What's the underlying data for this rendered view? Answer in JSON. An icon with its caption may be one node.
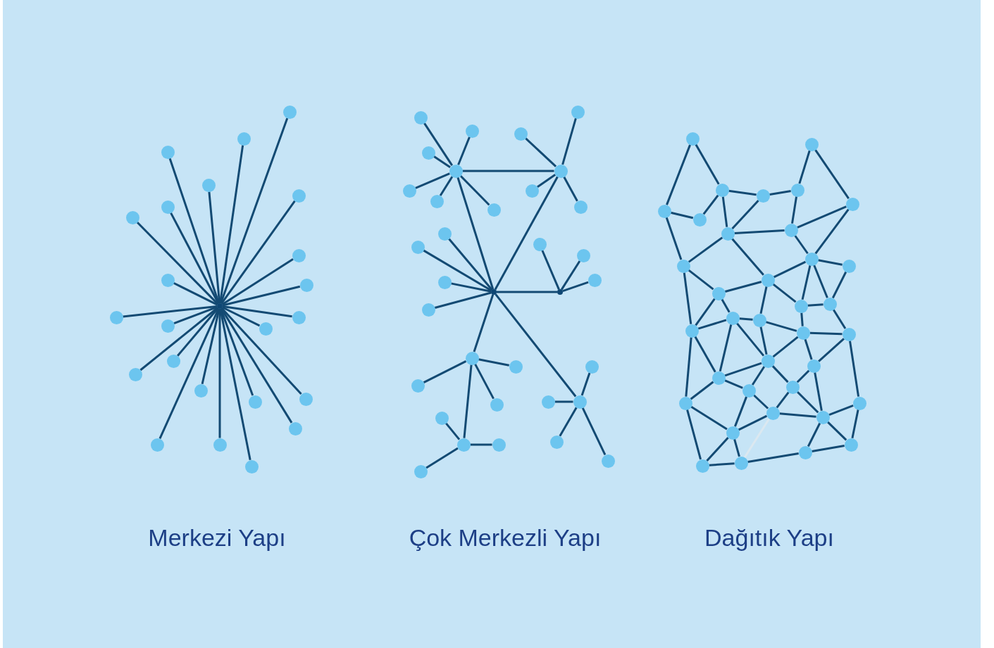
{
  "diagram": {
    "nodes": [
      {
        "text": [],
        "shape": "dot"
      },
      {
        "text": [],
        "shape": "circle"
      },
      {
        "text": [],
        "shape": "circle"
      },
      {
        "text": [],
        "shape": "circle"
      },
      {
        "text": [],
        "shape": "circle"
      },
      {
        "text": [],
        "shape": "circle"
      },
      {
        "text": [],
        "shape": "circle"
      },
      {
        "text": [],
        "shape": "circle"
      },
      {
        "text": [],
        "shape": "circle"
      },
      {
        "text": [],
        "shape": "circle"
      },
      {
        "text": [],
        "shape": "circle"
      },
      {
        "text": [],
        "shape": "circle"
      },
      {
        "text": [],
        "shape": "circle"
      },
      {
        "text": [],
        "shape": "circle"
      },
      {
        "text": [],
        "shape": "circle"
      },
      {
        "text": [],
        "shape": "circle"
      },
      {
        "text": [],
        "shape": "circle"
      },
      {
        "text": [],
        "shape": "circle"
      },
      {
        "text": [],
        "shape": "circle"
      },
      {
        "text": [],
        "shape": "circle"
      },
      {
        "text": [],
        "shape": "circle"
      },
      {
        "text": [],
        "shape": "circle"
      },
      {
        "text": [],
        "shape": "circle"
      },
      {
        "text": [],
        "shape": "circle"
      },
      {
        "text": [],
        "shape": "circle"
      },
      {
        "text": [],
        "shape": "circle"
      },
      {
        "text": [],
        "shape": "circle"
      },
      {
        "text": [],
        "shape": "circle"
      },
      {
        "text": [],
        "shape": "circle"
      },
      {
        "text": [],
        "shape": "circle"
      },
      {
        "text": [],
        "shape": "circle"
      },
      {
        "text": [],
        "shape": "circle"
      },
      {
        "text": [],
        "shape": "circle"
      },
      {
        "text": [],
        "shape": "circle"
      },
      {
        "text": [],
        "shape": "circle"
      },
      {
        "text": [],
        "shape": "circle"
      },
      {
        "text": [],
        "shape": "dot"
      },
      {
        "text": [],
        "shape": "circle"
      },
      {
        "text": [],
        "shape": "circle"
      },
      {
        "text": [],
        "shape": "circle"
      },
      {
        "text": [],
        "shape": "circle"
      },
      {
        "text": [],
        "shape": "dot"
      },
      {
        "text": [],
        "shape": "circle"
      },
      {
        "text": [],
        "shape": "circle"
      },
      {
        "text": [],
        "shape": "circle"
      },
      {
        "text": [],
        "shape": "circle"
      },
      {
        "text": [],
        "shape": "circle"
      },
      {
        "text": [],
        "shape": "circle"
      },
      {
        "text": [],
        "shape": "circle"
      },
      {
        "text": [],
        "shape": "circle"
      },
      {
        "text": [],
        "shape": "circle"
      },
      {
        "text": [],
        "shape": "circle"
      },
      {
        "text": [],
        "shape": "circle"
      },
      {
        "text": [],
        "shape": "circle"
      },
      {
        "text": [],
        "shape": "circle"
      },
      {
        "text": [],
        "shape": "circle"
      },
      {
        "text": [],
        "shape": "circle"
      },
      {
        "text": [],
        "shape": "circle"
      },
      {
        "text": [],
        "shape": "circle"
      },
      {
        "text": [],
        "shape": "circle"
      },
      {
        "text": [],
        "shape": "circle"
      },
      {
        "text": [],
        "shape": "circle"
      },
      {
        "text": [],
        "shape": "circle"
      },
      {
        "text": [],
        "shape": "circle"
      },
      {
        "text": [],
        "shape": "circle"
      },
      {
        "text": [],
        "shape": "circle"
      },
      {
        "text": [],
        "shape": "circle"
      },
      {
        "text": [],
        "shape": "circle"
      },
      {
        "text": [],
        "shape": "circle"
      },
      {
        "text": [],
        "shape": "circle"
      },
      {
        "text": [],
        "shape": "circle"
      },
      {
        "text": [],
        "shape": "circle"
      },
      {
        "text": [],
        "shape": "circle"
      },
      {
        "text": [],
        "shape": "circle"
      },
      {
        "text": [],
        "shape": "circle"
      },
      {
        "text": [],
        "shape": "circle"
      },
      {
        "text": [],
        "shape": "circle"
      },
      {
        "text": [],
        "shape": "circle"
      },
      {
        "text": [],
        "shape": "circle"
      },
      {
        "text": [],
        "shape": "circle"
      },
      {
        "text": [],
        "shape": "circle"
      },
      {
        "text": [],
        "shape": "circle"
      },
      {
        "text": [],
        "shape": "circle"
      },
      {
        "text": [],
        "shape": "circle"
      },
      {
        "text": [],
        "shape": "circle"
      },
      {
        "text": [],
        "shape": "circle"
      },
      {
        "text": [],
        "shape": "circle"
      },
      {
        "text": [],
        "shape": "circle"
      },
      {
        "text": [],
        "shape": "circle"
      },
      {
        "text": [],
        "shape": "circle"
      },
      {
        "text": [],
        "shape": "circle"
      },
      {
        "text": [],
        "shape": "circle"
      },
      {
        "text": [],
        "shape": "circle"
      },
      {
        "text": [],
        "shape": "circle"
      }
    ],
    "edges": [
      {
        "from": 0,
        "to": 1,
        "arrow": "none"
      },
      {
        "from": 0,
        "to": 2,
        "arrow": "none"
      },
      {
        "from": 0,
        "to": 3,
        "arrow": "none"
      },
      {
        "from": 0,
        "to": 4,
        "arrow": "none"
      },
      {
        "from": 0,
        "to": 5,
        "arrow": "none"
      },
      {
        "from": 0,
        "to": 6,
        "arrow": "none"
      },
      {
        "from": 0,
        "to": 7,
        "arrow": "none"
      },
      {
        "from": 0,
        "to": 8,
        "arrow": "none"
      },
      {
        "from": 0,
        "to": 9,
        "arrow": "none"
      },
      {
        "from": 0,
        "to": 10,
        "arrow": "none"
      },
      {
        "from": 0,
        "to": 11,
        "arrow": "none"
      },
      {
        "from": 0,
        "to": 12,
        "arrow": "none"
      },
      {
        "from": 0,
        "to": 13,
        "arrow": "none"
      },
      {
        "from": 0,
        "to": 14,
        "arrow": "none"
      },
      {
        "from": 0,
        "to": 15,
        "arrow": "none"
      },
      {
        "from": 0,
        "to": 16,
        "arrow": "none"
      },
      {
        "from": 0,
        "to": 17,
        "arrow": "none"
      },
      {
        "from": 0,
        "to": 18,
        "arrow": "none"
      },
      {
        "from": 0,
        "to": 19,
        "arrow": "none"
      },
      {
        "from": 0,
        "to": 20,
        "arrow": "none"
      },
      {
        "from": 0,
        "to": 21,
        "arrow": "none"
      },
      {
        "from": 0,
        "to": 22,
        "arrow": "none"
      },
      {
        "from": 0,
        "to": 23,
        "arrow": "none"
      },
      {
        "from": 24,
        "to": 25,
        "arrow": "none"
      },
      {
        "from": 24,
        "to": 26,
        "arrow": "none"
      },
      {
        "from": 24,
        "to": 27,
        "arrow": "none"
      },
      {
        "from": 24,
        "to": 28,
        "arrow": "none"
      },
      {
        "from": 24,
        "to": 29,
        "arrow": "none"
      },
      {
        "from": 24,
        "to": 30,
        "arrow": "none"
      },
      {
        "from": 24,
        "to": 31,
        "arrow": "none"
      },
      {
        "from": 24,
        "to": 36,
        "arrow": "none"
      },
      {
        "from": 31,
        "to": 32,
        "arrow": "none"
      },
      {
        "from": 31,
        "to": 33,
        "arrow": "none"
      },
      {
        "from": 31,
        "to": 34,
        "arrow": "none"
      },
      {
        "from": 31,
        "to": 35,
        "arrow": "none"
      },
      {
        "from": 31,
        "to": 36,
        "arrow": "none"
      },
      {
        "from": 36,
        "to": 37,
        "arrow": "none"
      },
      {
        "from": 36,
        "to": 38,
        "arrow": "none"
      },
      {
        "from": 36,
        "to": 39,
        "arrow": "none"
      },
      {
        "from": 36,
        "to": 40,
        "arrow": "none"
      },
      {
        "from": 36,
        "to": 41,
        "arrow": "none"
      },
      {
        "from": 36,
        "to": 45,
        "arrow": "none"
      },
      {
        "from": 36,
        "to": 53,
        "arrow": "none"
      },
      {
        "from": 41,
        "to": 42,
        "arrow": "none"
      },
      {
        "from": 41,
        "to": 43,
        "arrow": "none"
      },
      {
        "from": 41,
        "to": 44,
        "arrow": "none"
      },
      {
        "from": 45,
        "to": 46,
        "arrow": "none"
      },
      {
        "from": 45,
        "to": 47,
        "arrow": "none"
      },
      {
        "from": 45,
        "to": 48,
        "arrow": "none"
      },
      {
        "from": 45,
        "to": 49,
        "arrow": "none"
      },
      {
        "from": 49,
        "to": 50,
        "arrow": "none"
      },
      {
        "from": 49,
        "to": 51,
        "arrow": "none"
      },
      {
        "from": 49,
        "to": 52,
        "arrow": "none"
      },
      {
        "from": 53,
        "to": 54,
        "arrow": "none"
      },
      {
        "from": 53,
        "to": 55,
        "arrow": "none"
      },
      {
        "from": 53,
        "to": 56,
        "arrow": "none"
      },
      {
        "from": 53,
        "to": 57,
        "arrow": "none"
      },
      {
        "from": 58,
        "to": 64,
        "arrow": "none"
      },
      {
        "from": 58,
        "to": 60,
        "arrow": "none"
      },
      {
        "from": 59,
        "to": 62,
        "arrow": "none"
      },
      {
        "from": 59,
        "to": 63,
        "arrow": "none"
      },
      {
        "from": 60,
        "to": 61,
        "arrow": "none"
      },
      {
        "from": 61,
        "to": 62,
        "arrow": "none"
      },
      {
        "from": 60,
        "to": 65,
        "arrow": "none"
      },
      {
        "from": 64,
        "to": 65,
        "arrow": "none"
      },
      {
        "from": 60,
        "to": 66,
        "arrow": "none"
      },
      {
        "from": 61,
        "to": 66,
        "arrow": "none"
      },
      {
        "from": 62,
        "to": 67,
        "arrow": "none"
      },
      {
        "from": 66,
        "to": 67,
        "arrow": "none"
      },
      {
        "from": 67,
        "to": 63,
        "arrow": "none"
      },
      {
        "from": 63,
        "to": 68,
        "arrow": "none"
      },
      {
        "from": 67,
        "to": 68,
        "arrow": "none"
      },
      {
        "from": 64,
        "to": 70,
        "arrow": "none"
      },
      {
        "from": 66,
        "to": 70,
        "arrow": "none"
      },
      {
        "from": 66,
        "to": 71,
        "arrow": "none"
      },
      {
        "from": 68,
        "to": 71,
        "arrow": "none"
      },
      {
        "from": 68,
        "to": 69,
        "arrow": "none"
      },
      {
        "from": 68,
        "to": 73,
        "arrow": "none"
      },
      {
        "from": 68,
        "to": 74,
        "arrow": "none"
      },
      {
        "from": 69,
        "to": 74,
        "arrow": "none"
      },
      {
        "from": 70,
        "to": 72,
        "arrow": "none"
      },
      {
        "from": 71,
        "to": 72,
        "arrow": "none"
      },
      {
        "from": 71,
        "to": 73,
        "arrow": "none"
      },
      {
        "from": 73,
        "to": 74,
        "arrow": "none"
      },
      {
        "from": 72,
        "to": 77,
        "arrow": "none"
      },
      {
        "from": 72,
        "to": 75,
        "arrow": "none"
      },
      {
        "from": 70,
        "to": 77,
        "arrow": "none"
      },
      {
        "from": 71,
        "to": 76,
        "arrow": "none"
      },
      {
        "from": 75,
        "to": 76,
        "arrow": "none"
      },
      {
        "from": 73,
        "to": 78,
        "arrow": "none"
      },
      {
        "from": 74,
        "to": 79,
        "arrow": "none"
      },
      {
        "from": 78,
        "to": 79,
        "arrow": "none"
      },
      {
        "from": 75,
        "to": 77,
        "arrow": "none"
      },
      {
        "from": 76,
        "to": 78,
        "arrow": "none"
      },
      {
        "from": 77,
        "to": 82,
        "arrow": "none"
      },
      {
        "from": 75,
        "to": 82,
        "arrow": "none"
      },
      {
        "from": 75,
        "to": 80,
        "arrow": "none"
      },
      {
        "from": 76,
        "to": 80,
        "arrow": "none"
      },
      {
        "from": 78,
        "to": 80,
        "arrow": "none"
      },
      {
        "from": 78,
        "to": 81,
        "arrow": "none"
      },
      {
        "from": 79,
        "to": 81,
        "arrow": "none"
      },
      {
        "from": 80,
        "to": 82,
        "arrow": "none"
      },
      {
        "from": 80,
        "to": 84,
        "arrow": "none"
      },
      {
        "from": 80,
        "to": 83,
        "arrow": "none"
      },
      {
        "from": 82,
        "to": 83,
        "arrow": "none"
      },
      {
        "from": 82,
        "to": 85,
        "arrow": "none"
      },
      {
        "from": 77,
        "to": 85,
        "arrow": "none"
      },
      {
        "from": 81,
        "to": 84,
        "arrow": "none"
      },
      {
        "from": 81,
        "to": 88,
        "arrow": "none"
      },
      {
        "from": 79,
        "to": 86,
        "arrow": "none"
      },
      {
        "from": 84,
        "to": 87,
        "arrow": "none"
      },
      {
        "from": 84,
        "to": 88,
        "arrow": "none"
      },
      {
        "from": 83,
        "to": 87,
        "arrow": "none"
      },
      {
        "from": 83,
        "to": 89,
        "arrow": "none"
      },
      {
        "from": 85,
        "to": 89,
        "arrow": "none"
      },
      {
        "from": 85,
        "to": 92,
        "arrow": "none"
      },
      {
        "from": 87,
        "to": 88,
        "arrow": "none"
      },
      {
        "from": 87,
        "to": 89,
        "arrow": "none"
      },
      {
        "from": 88,
        "to": 86,
        "arrow": "none"
      },
      {
        "from": 88,
        "to": 90,
        "arrow": "none"
      },
      {
        "from": 88,
        "to": 91,
        "arrow": "none"
      },
      {
        "from": 86,
        "to": 90,
        "arrow": "none"
      },
      {
        "from": 89,
        "to": 92,
        "arrow": "none"
      },
      {
        "from": 89,
        "to": 93,
        "arrow": "none"
      },
      {
        "from": 92,
        "to": 93,
        "arrow": "none"
      },
      {
        "from": 93,
        "to": 91,
        "arrow": "none"
      },
      {
        "from": 91,
        "to": 90,
        "arrow": "none"
      },
      {
        "from": 87,
        "to": 93,
        "arrow": "none",
        "color": "#dbe8f0"
      }
    ],
    "labels": [
      "Merkezi Yapı",
      "Çok Merkezli Yapı",
      "Dağıtık Yapı"
    ]
  }
}
